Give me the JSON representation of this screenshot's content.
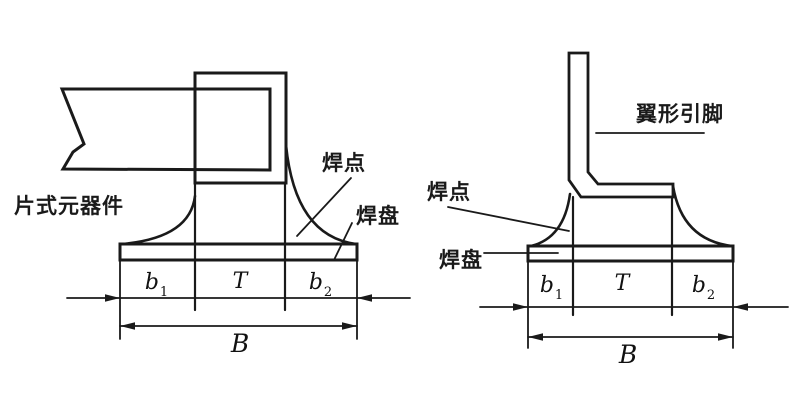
{
  "figure": {
    "background": "#ffffff",
    "line_color": "#1a1a1a",
    "left_diagram": {
      "title": "chip-component-solder-joint-profile",
      "labels": {
        "component": "片式元器件",
        "solder_joint": "焊点",
        "solder_pad": "焊盘"
      },
      "dimensions": {
        "b1": {
          "base": "b",
          "sub": "1"
        },
        "T": {
          "base": "T",
          "sub": ""
        },
        "b2": {
          "base": "b",
          "sub": "2"
        },
        "B": {
          "base": "B",
          "sub": ""
        }
      }
    },
    "right_diagram": {
      "title": "gull-wing-lead-solder-joint-profile",
      "labels": {
        "lead": "翼形引脚",
        "solder_joint": "焊点",
        "solder_pad": "焊盘"
      },
      "dimensions": {
        "b1": {
          "base": "b",
          "sub": "1"
        },
        "T": {
          "base": "T",
          "sub": ""
        },
        "b2": {
          "base": "b",
          "sub": "2"
        },
        "B": {
          "base": "B",
          "sub": ""
        }
      }
    }
  }
}
